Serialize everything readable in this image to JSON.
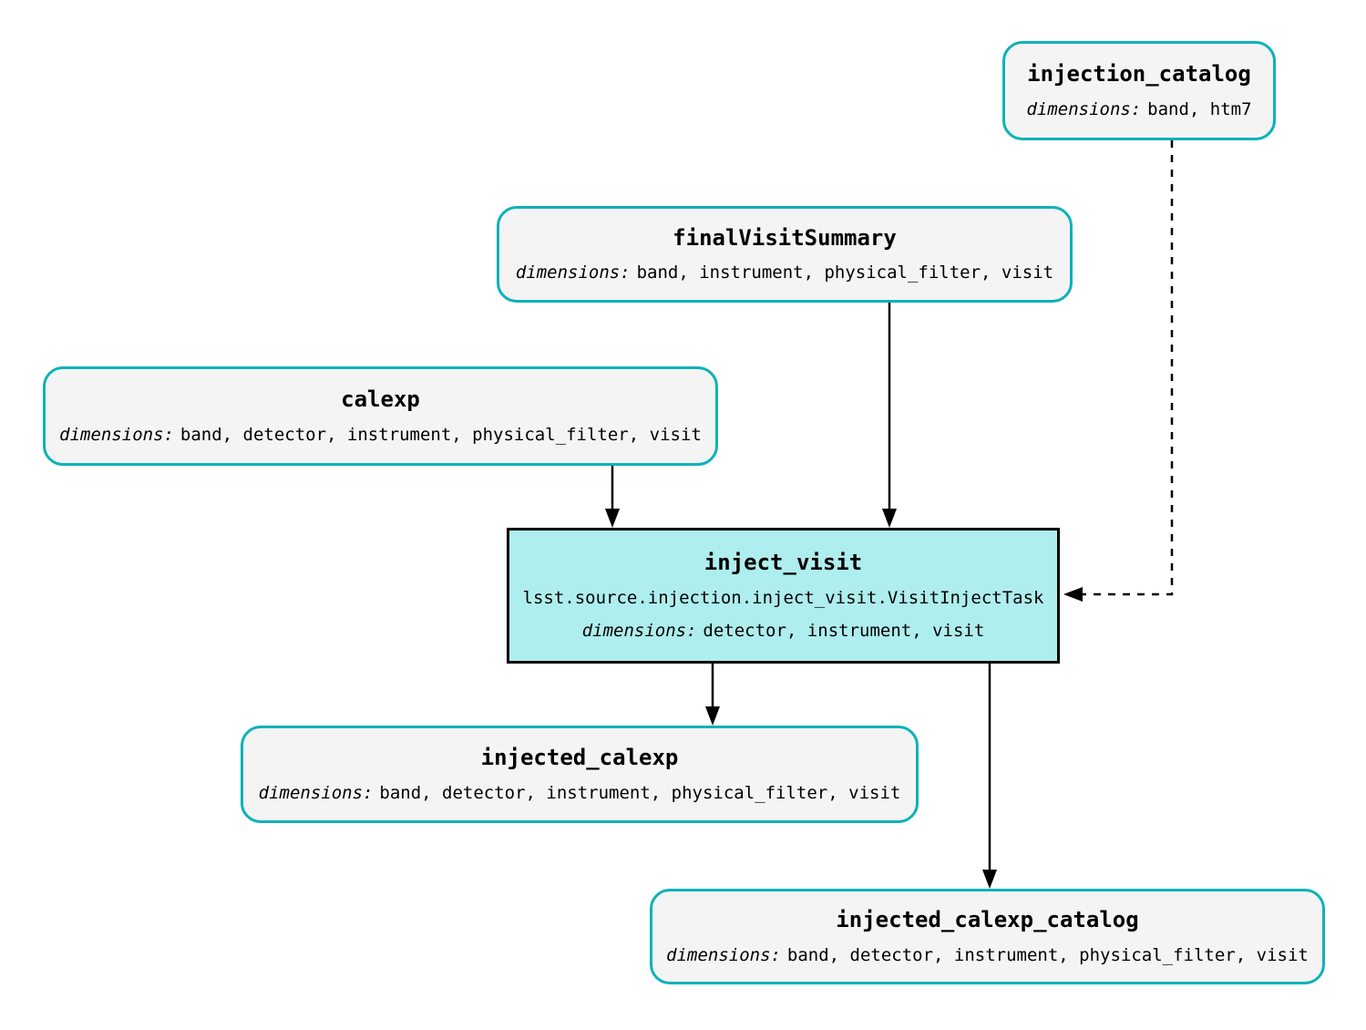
{
  "diagram": {
    "background_color": "#ffffff",
    "dataset_border_color": "#0db2b9",
    "dataset_fill_color": "#f4f4f4",
    "task_border_color": "#000000",
    "task_fill_color": "#afeeee",
    "edge_color": "#000000",
    "nodes": {
      "injection_catalog": {
        "title": "injection_catalog",
        "dims_label": "dimensions:",
        "dims": "band, htm7"
      },
      "finalVisitSummary": {
        "title": "finalVisitSummary",
        "dims_label": "dimensions:",
        "dims": "band, instrument, physical_filter, visit"
      },
      "calexp": {
        "title": "calexp",
        "dims_label": "dimensions:",
        "dims": "band, detector, instrument, physical_filter, visit"
      },
      "inject_visit": {
        "title": "inject_visit",
        "task_class": "lsst.source.injection.inject_visit.VisitInjectTask",
        "dims_label": "dimensions:",
        "dims": "detector, instrument, visit"
      },
      "injected_calexp": {
        "title": "injected_calexp",
        "dims_label": "dimensions:",
        "dims": "band, detector, instrument, physical_filter, visit"
      },
      "injected_calexp_catalog": {
        "title": "injected_calexp_catalog",
        "dims_label": "dimensions:",
        "dims": "band, detector, instrument, physical_filter, visit"
      }
    },
    "edges": [
      {
        "from": "calexp",
        "to": "inject_visit",
        "style": "solid"
      },
      {
        "from": "finalVisitSummary",
        "to": "inject_visit",
        "style": "solid"
      },
      {
        "from": "injection_catalog",
        "to": "inject_visit",
        "style": "dashed"
      },
      {
        "from": "inject_visit",
        "to": "injected_calexp",
        "style": "solid"
      },
      {
        "from": "inject_visit",
        "to": "injected_calexp_catalog",
        "style": "solid"
      }
    ]
  }
}
